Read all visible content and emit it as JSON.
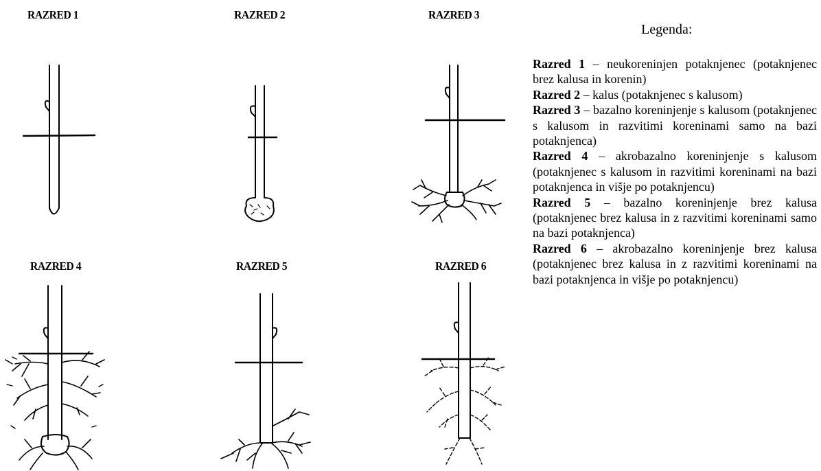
{
  "panels": [
    {
      "title": "RAZRED 1"
    },
    {
      "title": "RAZRED 2"
    },
    {
      "title": "RAZRED 3"
    },
    {
      "title": "RAZRED 4"
    },
    {
      "title": "RAZRED 5"
    },
    {
      "title": "RAZRED 6"
    }
  ],
  "legend": {
    "title": "Legenda:",
    "entries": [
      {
        "label": "Razred 1",
        "text": "– neukoreninjen potaknjenec (potaknjenec brez kalusa in korenin)"
      },
      {
        "label": "Razred 2",
        "text": "– kalus (potaknjenec s kalusom)"
      },
      {
        "label": "Razred 3",
        "text": "– bazalno koreninjenje s kalusom (potaknjenec s kalusom in razvitimi koreninami samo na bazi potaknjenca)"
      },
      {
        "label": "Razred 4",
        "text": "– akrobazalno koreninjenje s kalusom (potaknjenec s kalusom in razvitimi koreninami na bazi potaknjenca in višje po potaknjencu)"
      },
      {
        "label": "Razred 5",
        "text": "– bazalno koreninjenje brez kalusa (potaknjenec brez kalusa in z razvitimi koreninami samo na bazi potaknjenca)"
      },
      {
        "label": "Razred 6",
        "text": "– akrobazalno koreninjenje brez kalusa (potaknjenec brez kalusa in z razvitimi koreninami na bazi potaknjenca in višje po potaknjencu)"
      }
    ]
  }
}
